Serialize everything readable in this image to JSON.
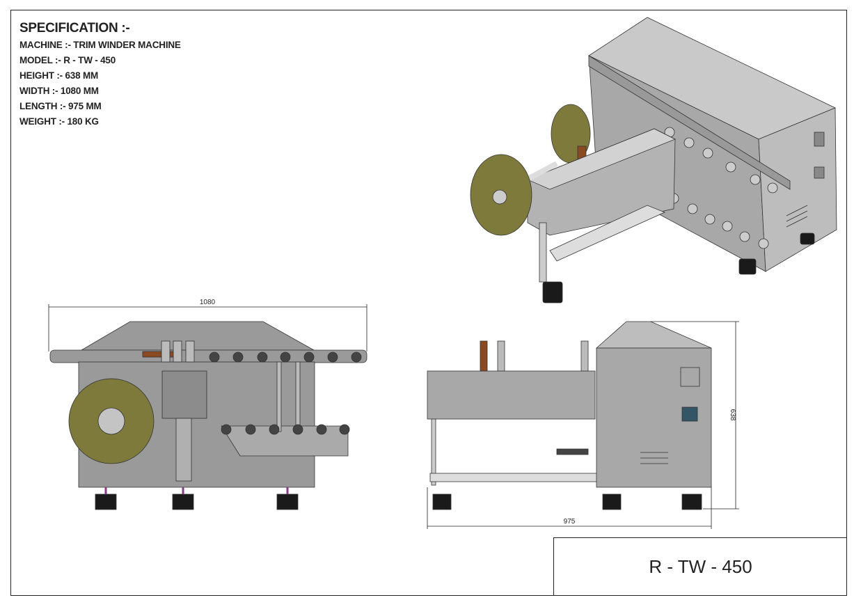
{
  "specification": {
    "title": "SPECIFICATION :-",
    "lines": [
      "MACHINE :- TRIM WINDER MACHINE",
      "MODEL :- R - TW - 450",
      "HEIGHT :- 638 MM",
      "WIDTH :- 1080 MM",
      "LENGTH :- 975 MM",
      "WEIGHT :- 180 KG"
    ]
  },
  "dimensions": {
    "width": "1080",
    "height": "638",
    "length": "975"
  },
  "title_block": {
    "model": "R - TW - 450"
  },
  "colors": {
    "body": "#9a9a9a",
    "reel": "#7d7a3c",
    "feet": "#1a1a1a",
    "accent": "#8a4a22"
  }
}
